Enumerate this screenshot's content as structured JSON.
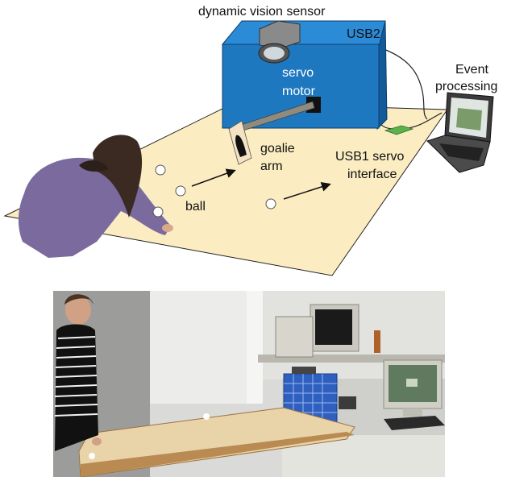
{
  "diagram": {
    "labels": {
      "sensor": "dynamic vision sensor",
      "usb2": "USB2",
      "event_line1": "Event",
      "event_line2": "processing",
      "servo_line1": "servo",
      "servo_line2": "motor",
      "goalie_line1": "goalie",
      "goalie_line2": "arm",
      "usb1_line1": "USB1 servo",
      "usb1_line2": "interface",
      "ball": "ball"
    },
    "colors": {
      "table": "#fbecc2",
      "box": "#1e78c0",
      "box_side": "#135a99",
      "laptop": "#3a3a3a",
      "interface_board": "#5bb24a"
    }
  },
  "photo": {
    "description_icons": [
      "person-icon",
      "goalie-enclosure-icon",
      "monitor-icon",
      "crt-monitor-icon",
      "keyboard-icon"
    ]
  }
}
